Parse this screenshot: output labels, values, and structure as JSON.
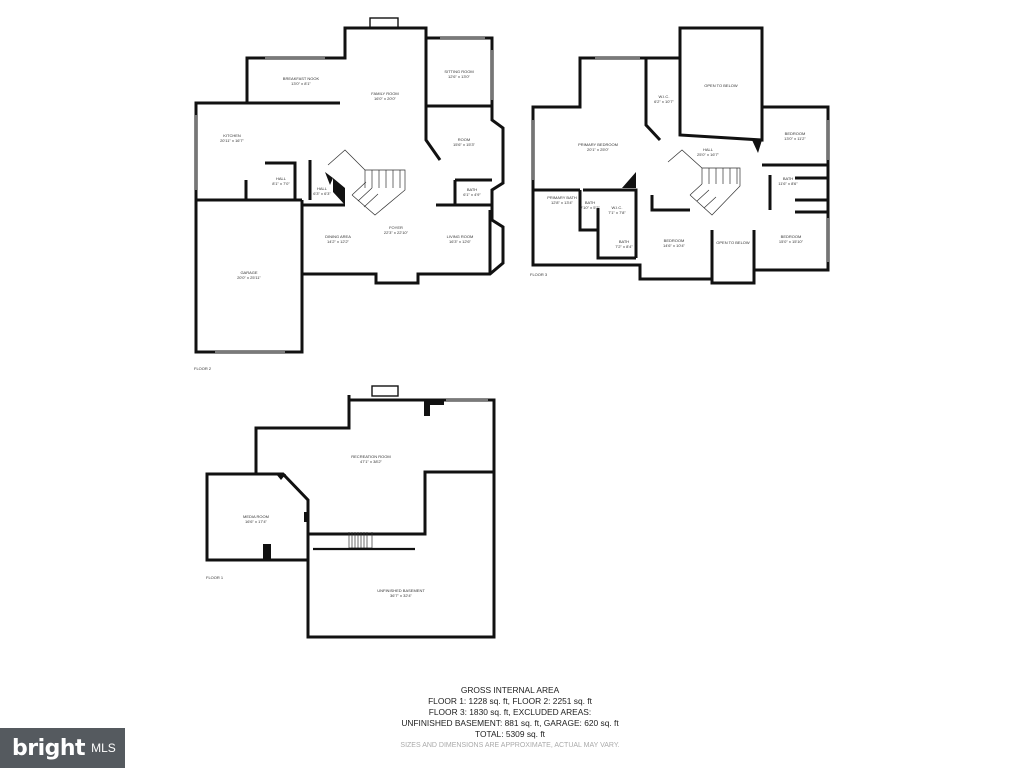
{
  "floor_labels": {
    "floor2": "FLOOR 2",
    "floor3": "FLOOR 3",
    "floor1": "FLOOR 1"
  },
  "rooms": {
    "breakfast_nook": {
      "name": "BREAKFAST NOOK",
      "dims": "13'0\" x 8'1\""
    },
    "family_room": {
      "name": "FAMILY ROOM",
      "dims": "16'0\" x 20'0\""
    },
    "sitting_room": {
      "name": "SITTING ROOM",
      "dims": "12'6\" x 13'0\""
    },
    "kitchen": {
      "name": "KITCHEN",
      "dims": "20'11\" x 16'7\""
    },
    "room": {
      "name": "ROOM",
      "dims": "15'6\" x 15'3\""
    },
    "hall_a": {
      "name": "HALL",
      "dims": "8'1\" x 7'0\""
    },
    "hall_b": {
      "name": "HALL",
      "dims": "6'3\" x 6'3\""
    },
    "bath_f2": {
      "name": "BATH",
      "dims": "6'1\" x 4'9\""
    },
    "dining_area": {
      "name": "DINING AREA",
      "dims": "14'2\" x 12'2\""
    },
    "foyer": {
      "name": "FOYER",
      "dims": "22'3\" x 22'10\""
    },
    "living_room": {
      "name": "LIVING ROOM",
      "dims": "16'3\" x 12'6\""
    },
    "garage": {
      "name": "GARAGE",
      "dims": "20'0\" x 25'11\""
    },
    "open_below_1": {
      "name": "OPEN TO BELOW",
      "dims": ""
    },
    "wic_1": {
      "name": "W.I.C.",
      "dims": "6'2\" x 10'7\""
    },
    "primary_bedroom": {
      "name": "PRIMARY BEDROOM",
      "dims": "20'1\" x 25'0\""
    },
    "bedroom_1": {
      "name": "BEDROOM",
      "dims": "13'0\" x 11'2\""
    },
    "hall_f3": {
      "name": "HALL",
      "dims": "25'0\" x 16'7\""
    },
    "bath_f3a": {
      "name": "BATH",
      "dims": "11'6\" x 8'6\""
    },
    "primary_bath": {
      "name": "PRIMARY BATH",
      "dims": "12'8\" x 13'4\""
    },
    "bath_f3b": {
      "name": "BATH",
      "dims": "2'10\" x 5'2\""
    },
    "wic_2": {
      "name": "W.I.C.",
      "dims": "7'1\" x 7'8\""
    },
    "bath_f3c": {
      "name": "BATH",
      "dims": "7'2\" x 8'4\""
    },
    "bedroom_2": {
      "name": "BEDROOM",
      "dims": "14'6\" x 10'4\""
    },
    "open_below_2": {
      "name": "OPEN TO BELOW",
      "dims": ""
    },
    "bedroom_3": {
      "name": "BEDROOM",
      "dims": "15'0\" x 15'10\""
    },
    "recreation_room": {
      "name": "RECREATION ROOM",
      "dims": "47'1\" x 38'2\""
    },
    "media_room": {
      "name": "MEDIA ROOM",
      "dims": "16'6\" x 17'4\""
    },
    "unfinished_basement": {
      "name": "UNFINISHED BASEMENT",
      "dims": "36'7\" x 32'4\""
    }
  },
  "summary": {
    "heading": "GROSS INTERNAL AREA",
    "line1": "FLOOR 1: 1228 sq. ft, FLOOR 2: 2251 sq. ft",
    "line2": "FLOOR 3: 1830 sq. ft, EXCLUDED AREAS:",
    "line3": "UNFINISHED BASEMENT: 881 sq. ft, GARAGE: 620 sq. ft",
    "line4": "TOTAL: 5309 sq. ft",
    "note": "SIZES AND DIMENSIONS ARE APPROXIMATE, ACTUAL MAY VARY."
  },
  "logo": {
    "word": "bright",
    "suffix": "MLS"
  }
}
